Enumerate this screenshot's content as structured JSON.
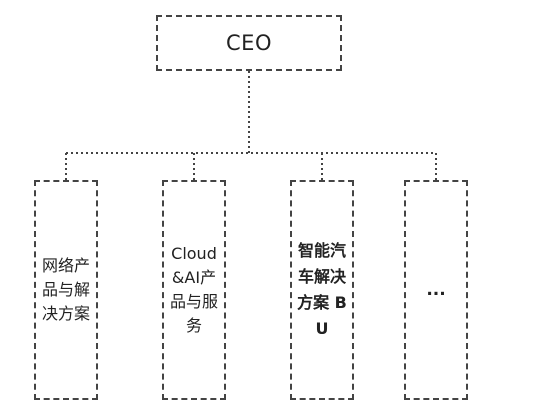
{
  "ceo": {
    "label": "CEO"
  },
  "units": [
    {
      "label": "网络产品与解决方案"
    },
    {
      "label": "Cloud &AI产品与服务"
    },
    {
      "label": "智能汽车解决方案 BU"
    },
    {
      "label": "..."
    }
  ]
}
